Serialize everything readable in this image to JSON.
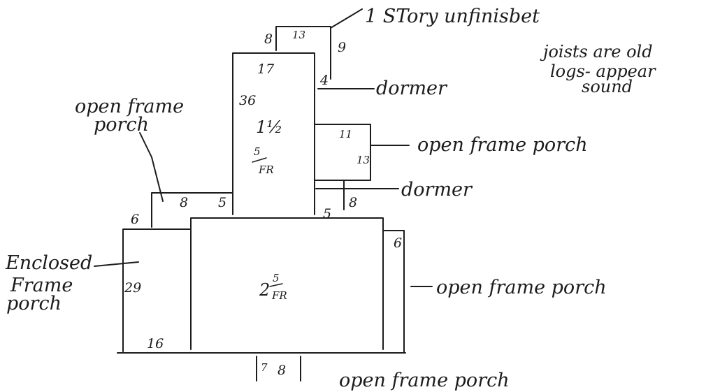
{
  "labels": {
    "top_note": "1 STory unfinisbet",
    "joists_line1": "joists are old",
    "joists_line2": "logs- appear",
    "joists_line3": "sound",
    "dormer_upper": "dormer",
    "dormer_lower": "dormer",
    "open_frame_porch_left_line1": "open frame",
    "open_frame_porch_left_line2": "porch",
    "open_frame_porch_right_upper": "open frame porch",
    "open_frame_porch_right_middle": "open frame porch",
    "open_frame_porch_bottom": "open frame porch",
    "enclosed_line1": "Enclosed",
    "enclosed_line2": "Frame",
    "enclosed_line3": "porch"
  },
  "main_house": {
    "label_whole": "2",
    "label_num": "5",
    "label_den": "FR"
  },
  "upper_section": {
    "label_line1": "1½",
    "label_num": "5",
    "label_den": "FR"
  },
  "dimensions": {
    "top_porch_left": "8",
    "top_porch_top": "13",
    "top_porch_right": "9",
    "upper_top": "17",
    "upper_left": "36",
    "upper_right_offset": "4",
    "right_porch_top": "11",
    "right_porch_right": "13",
    "right_porch_lower": "8",
    "upper_right_bottom": "5",
    "left_porch_top": "8",
    "left_porch_right": "5",
    "left_porch_left": "6",
    "enclosed_height": "29",
    "enclosed_width": "16",
    "right_side_porch": "6",
    "bottom_porch_left": "7",
    "bottom_porch_right": "8"
  }
}
